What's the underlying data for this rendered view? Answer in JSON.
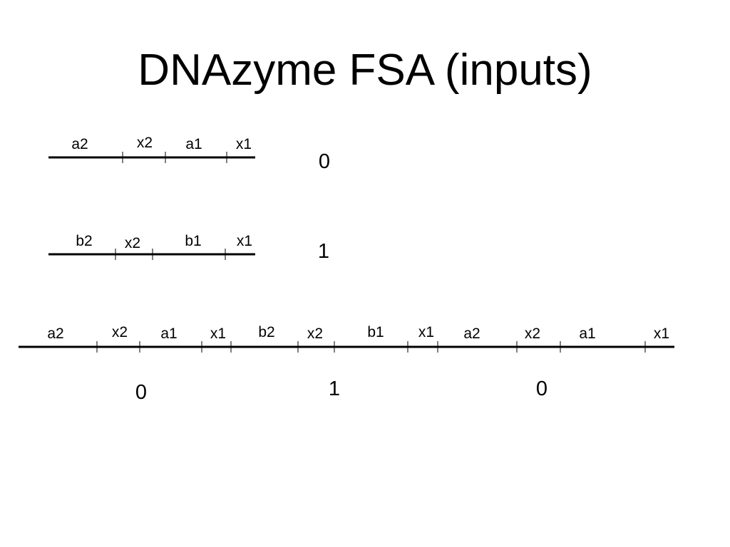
{
  "slide": {
    "title": "DNAzyme FSA (inputs)"
  },
  "diagram": {
    "strands": [
      {
        "id": "input-0",
        "segments": [
          "a2",
          "x2",
          "a1",
          "x1"
        ],
        "values": [
          "0"
        ]
      },
      {
        "id": "input-1",
        "segments": [
          "b2",
          "x2",
          "b1",
          "x1"
        ],
        "values": [
          "1"
        ]
      },
      {
        "id": "input-sequence",
        "segments": [
          "a2",
          "x2",
          "a1",
          "x1",
          "b2",
          "x2",
          "b1",
          "x1",
          "a2",
          "x2",
          "a1",
          "x1"
        ],
        "values": [
          "0",
          "1",
          "0"
        ]
      }
    ]
  }
}
